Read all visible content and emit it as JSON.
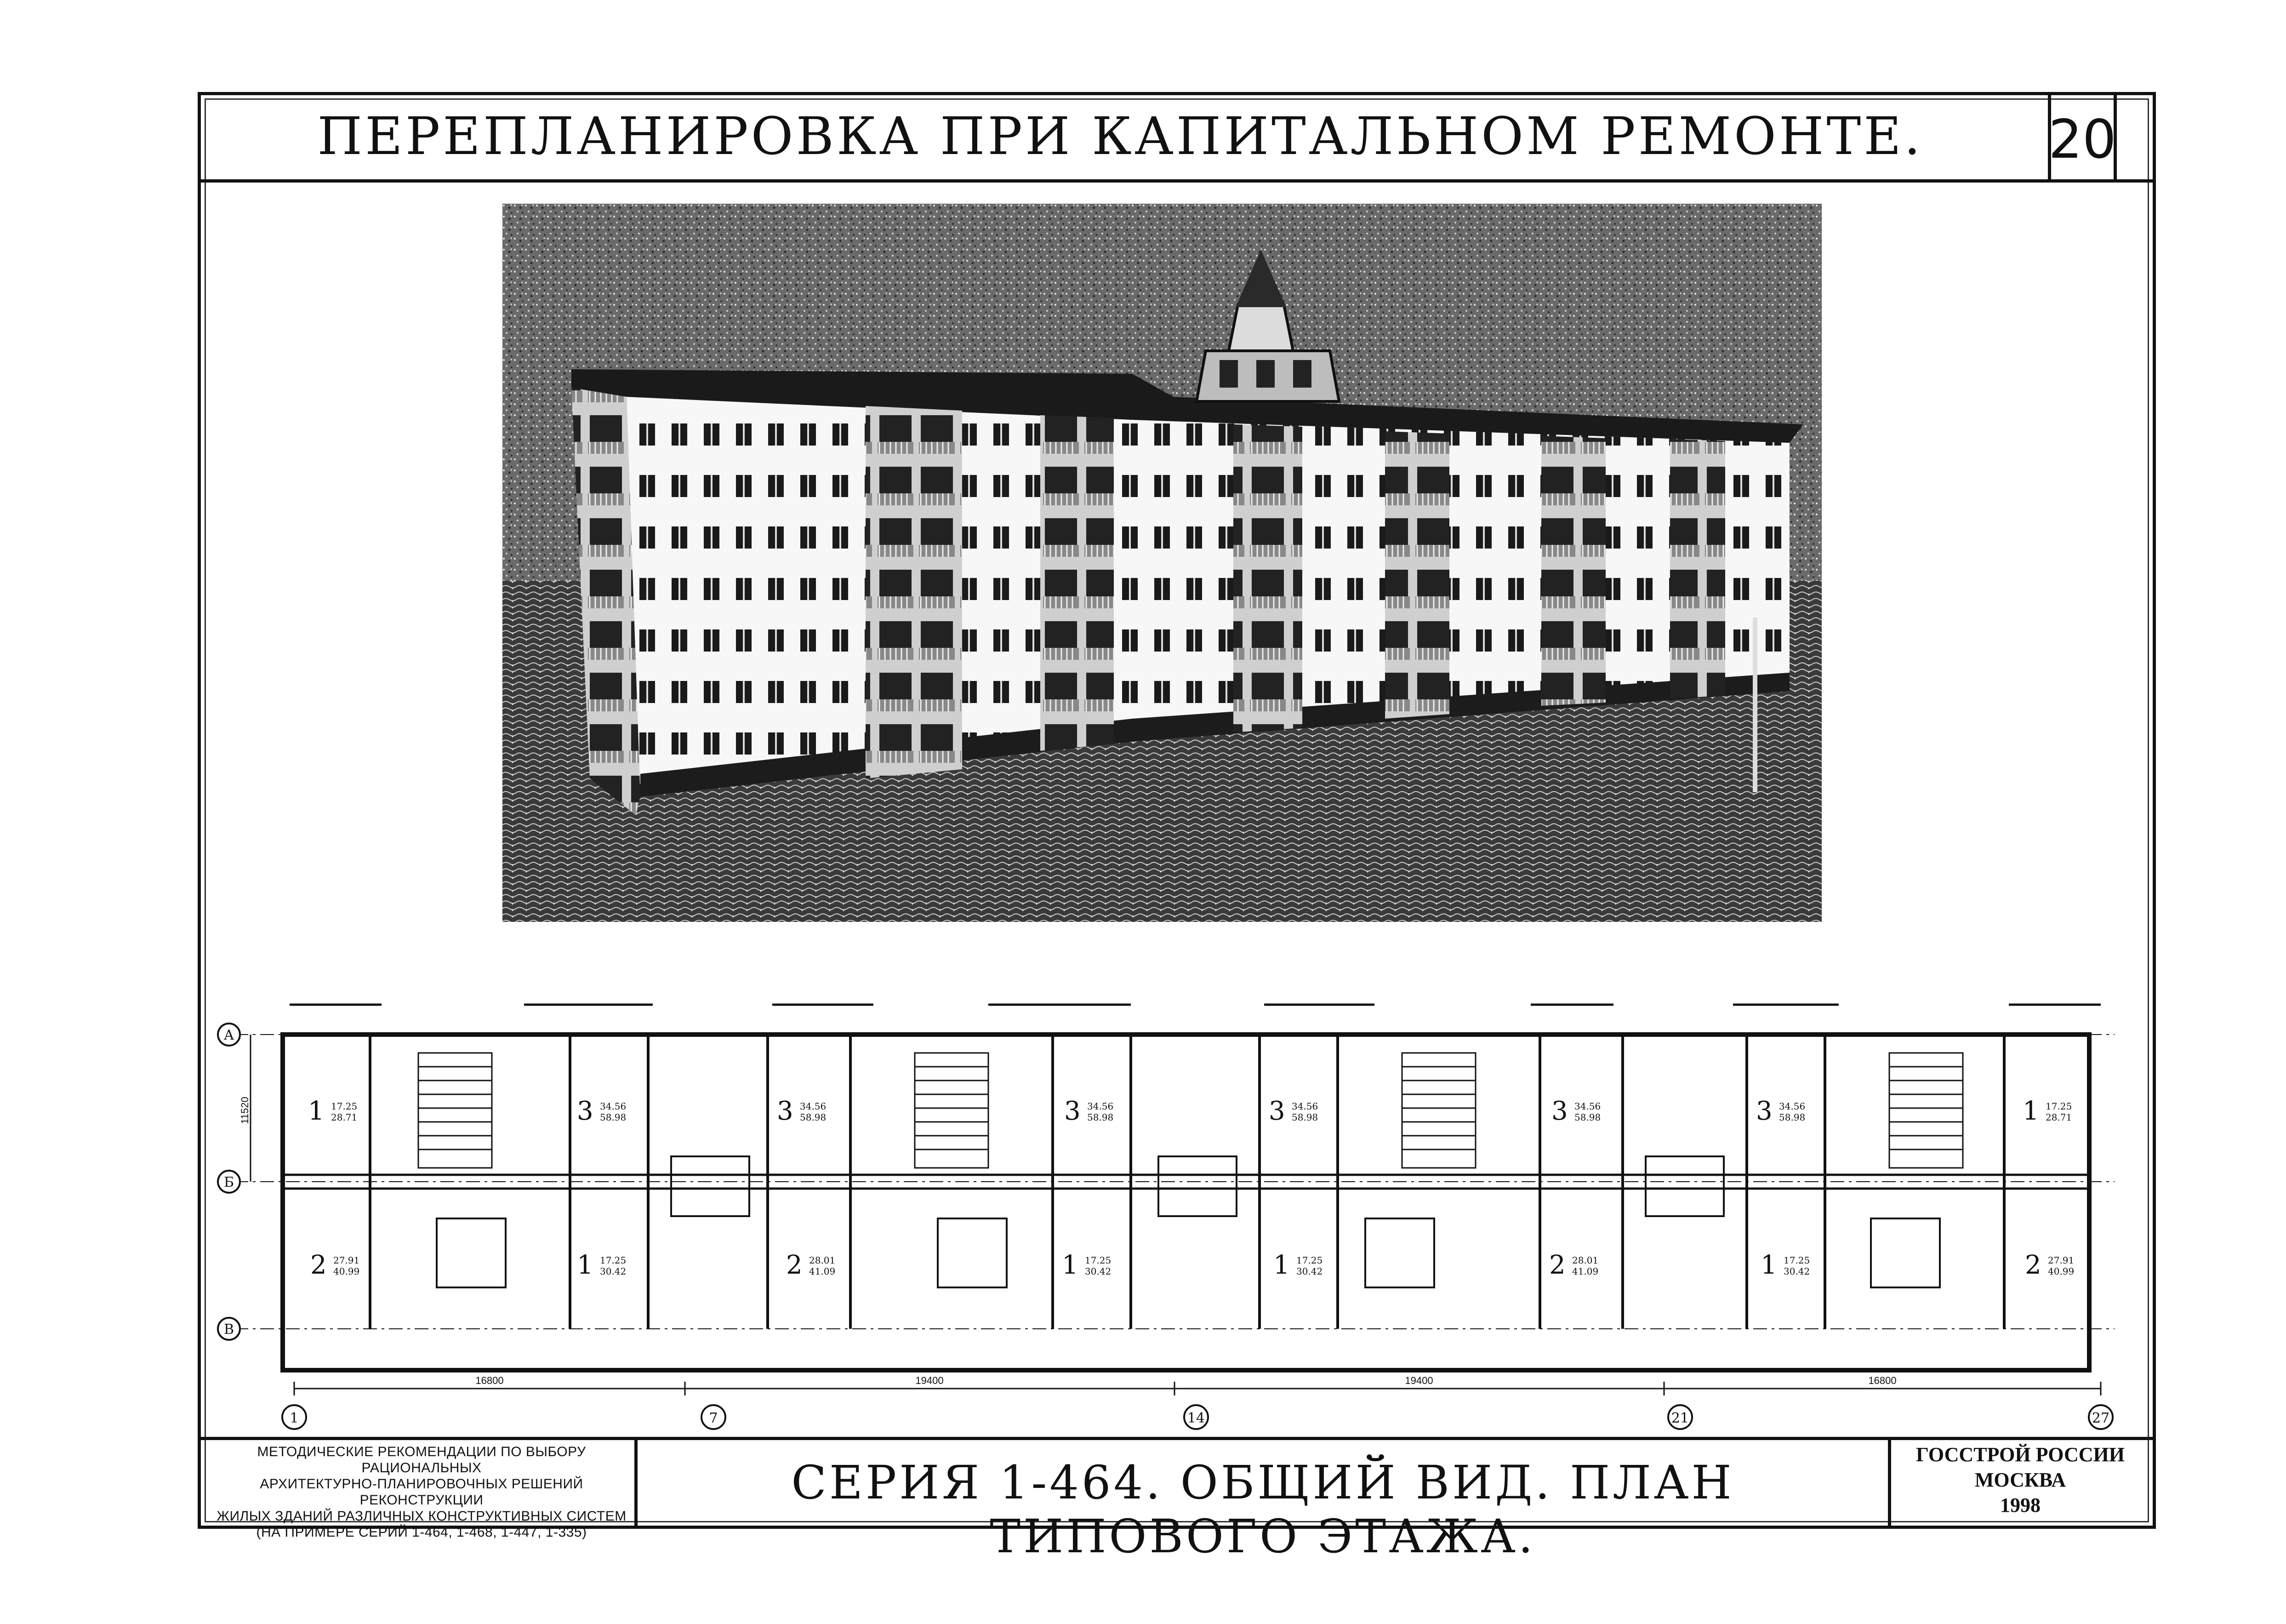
{
  "sheet": {
    "title": "ПЕРЕПЛАНИРОВКА ПРИ КАПИТАЛЬНОМ РЕМОНТЕ.",
    "page_number": "20"
  },
  "photo": {
    "subject": "building-rendering"
  },
  "plan": {
    "row_axes": [
      "А",
      "Б",
      "В"
    ],
    "column_axes": [
      "1",
      "7",
      "14",
      "21",
      "27"
    ],
    "side_dimension": "11520",
    "bottom_dimensions": [
      "16800",
      "19400",
      "19400",
      "16800"
    ],
    "apartments_top": [
      {
        "rooms": "1",
        "living": "17.25",
        "total": "28.71"
      },
      {
        "rooms": "3",
        "living": "34.56",
        "total": "58.98"
      },
      {
        "rooms": "3",
        "living": "34.56",
        "total": "58.98"
      },
      {
        "rooms": "3",
        "living": "34.56",
        "total": "58.98"
      },
      {
        "rooms": "3",
        "living": "34.56",
        "total": "58.98"
      },
      {
        "rooms": "3",
        "living": "34.56",
        "total": "58.98"
      },
      {
        "rooms": "3",
        "living": "34.56",
        "total": "58.98"
      },
      {
        "rooms": "1",
        "living": "17.25",
        "total": "28.71"
      }
    ],
    "apartments_bottom": [
      {
        "rooms": "2",
        "living": "27.91",
        "total": "40.99"
      },
      {
        "rooms": "1",
        "living": "17.25",
        "total": "30.42"
      },
      {
        "rooms": "2",
        "living": "28.01",
        "total": "41.09"
      },
      {
        "rooms": "1",
        "living": "17.25",
        "total": "30.42"
      },
      {
        "rooms": "1",
        "living": "17.25",
        "total": "30.42"
      },
      {
        "rooms": "2",
        "living": "28.01",
        "total": "41.09"
      },
      {
        "rooms": "1",
        "living": "17.25",
        "total": "30.42"
      },
      {
        "rooms": "2",
        "living": "27.91",
        "total": "40.99"
      }
    ]
  },
  "footer": {
    "left_lines": [
      "МЕТОДИЧЕСКИЕ РЕКОМЕНДАЦИИ ПО ВЫБОРУ РАЦИОНАЛЬНЫХ",
      "АРХИТЕКТУРНО-ПЛАНИРОВОЧНЫХ РЕШЕНИЙ РЕКОНСТРУКЦИИ",
      "ЖИЛЫХ ЗДАНИЙ РАЗЛИЧНЫХ КОНСТРУКТИВНЫХ СИСТЕМ",
      "(НА ПРИМЕРЕ СЕРИЙ 1-464, 1-468, 1-447, 1-335)"
    ],
    "center": "СЕРИЯ 1-464. ОБЩИЙ ВИД. ПЛАН ТИПОВОГО ЭТАЖА.",
    "right_lines": [
      "ГОССТРОЙ РОССИИ",
      "МОСКВА",
      "1998"
    ]
  }
}
